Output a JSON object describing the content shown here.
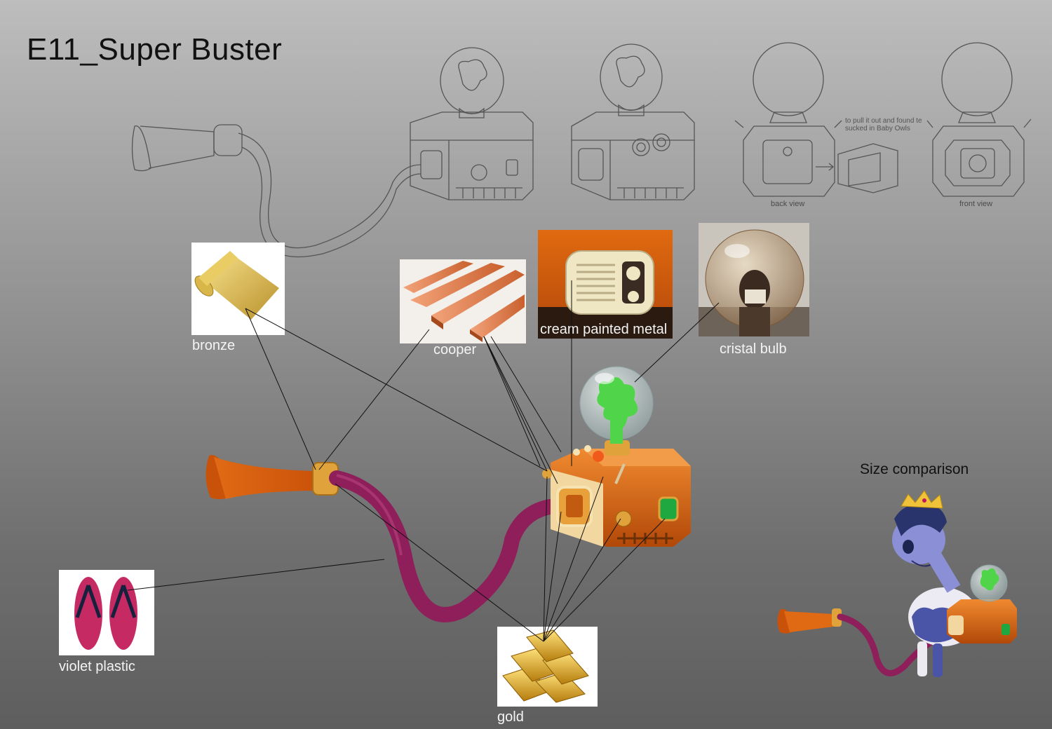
{
  "title": "E11_Super Buster",
  "sketches": {
    "back_view_label": "back view",
    "front_view_label": "front view",
    "note_line1": "to pull it out and found te",
    "note_line2": "sucked in Baby Owls"
  },
  "materials": {
    "bronze": "bronze",
    "cooper": "cooper",
    "cream_painted_metal": "cream painted metal",
    "cristal_bulb": "cristal bulb",
    "violet_plastic": "violet plastic",
    "gold": "gold"
  },
  "size_comparison": "Size comparison",
  "colors": {
    "background_top": "#bdbdbd",
    "background_bottom": "#5e5e5e",
    "copper": "#d4661a",
    "brass": "#e0a23a",
    "violet_hose": "#8e1f5a",
    "bulb_green": "#4fd44a",
    "gem_green": "#1fa83f"
  }
}
